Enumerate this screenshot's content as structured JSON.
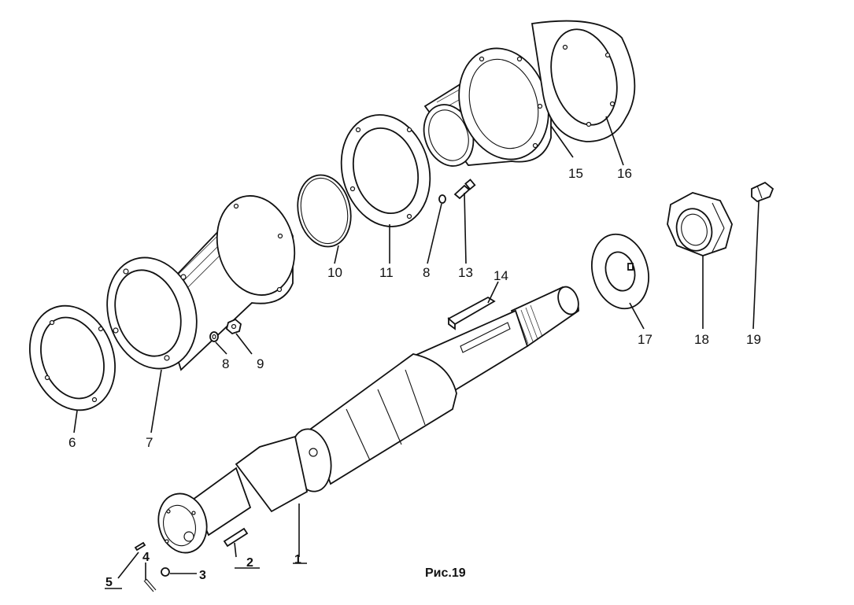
{
  "figure": {
    "caption": "Рис.19",
    "callouts": [
      {
        "id": "1",
        "text": "1"
      },
      {
        "id": "2",
        "text": "2"
      },
      {
        "id": "3",
        "text": "3"
      },
      {
        "id": "4",
        "text": "4"
      },
      {
        "id": "5",
        "text": "5"
      },
      {
        "id": "6",
        "text": "6"
      },
      {
        "id": "7",
        "text": "7"
      },
      {
        "id": "8a",
        "text": "8"
      },
      {
        "id": "9",
        "text": "9"
      },
      {
        "id": "10",
        "text": "10"
      },
      {
        "id": "11",
        "text": "11"
      },
      {
        "id": "8b",
        "text": "8"
      },
      {
        "id": "13",
        "text": "13"
      },
      {
        "id": "14",
        "text": "14"
      },
      {
        "id": "15",
        "text": "15"
      },
      {
        "id": "16",
        "text": "16"
      },
      {
        "id": "17",
        "text": "17"
      },
      {
        "id": "18",
        "text": "18"
      },
      {
        "id": "19",
        "text": "19"
      }
    ]
  }
}
